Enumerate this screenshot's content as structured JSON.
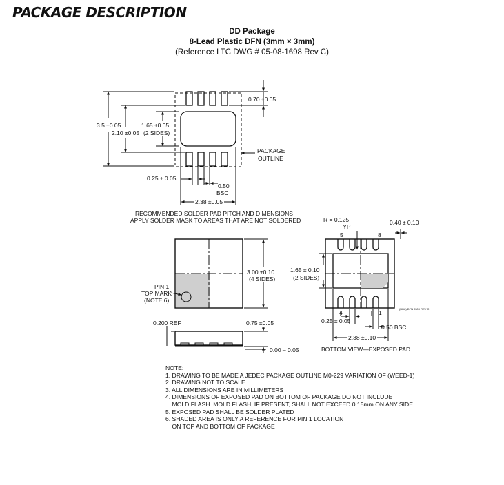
{
  "title": "PACKAGE DESCRIPTION",
  "header": {
    "package": "DD Package",
    "name": "8-Lead Plastic DFN (3mm × 3mm)",
    "reference": "(Reference LTC DWG # 05-08-1698 Rev C)"
  },
  "pad_layout": {
    "dim_070": "0.70 ±0.05",
    "dim_35": "3.5 ±0.05",
    "dim_210": "2.10 ±0.05",
    "dim_165": "1.65 ±0.05",
    "dim_165_sides": "(2 SIDES)",
    "package_outline_1": "PACKAGE",
    "package_outline_2": "OUTLINE",
    "dim_025": "0.25 ± 0.05",
    "dim_050": "0.50",
    "dim_050_bsc": "BSC",
    "dim_238": "2.38 ±0.05",
    "rec_1": "RECOMMENDED SOLDER PAD PITCH AND DIMENSIONS",
    "rec_2": "APPLY SOLDER MASK TO AREAS THAT ARE NOT SOLDERED"
  },
  "top_view": {
    "dim_300": "3.00 ±0.10",
    "dim_300_sides": "(4 SIDES)",
    "pin1_1": "PIN 1",
    "pin1_2": "TOP MARK",
    "pin1_3": "(NOTE 6)",
    "dim_0200": "0.200 REF",
    "dim_075": "0.75 ±0.05",
    "dim_000": "0.00 – 0.05"
  },
  "bottom_view": {
    "r_label": "R = 0.125",
    "typ": "TYP",
    "pin5": "5",
    "pin8": "8",
    "dim_040": "0.40 ± 0.10",
    "dim_165": "1.65 ± 0.10",
    "dim_165_sides": "(2 SIDES)",
    "pin4": "4",
    "pin1": "1",
    "dim_025": "0.25 ± 0.05",
    "dim_050": "0.50 BSC",
    "dim_238": "2.38 ±0.10",
    "caption": "BOTTOM VIEW—EXPOSED PAD",
    "drawing_code": "(DD8) DFN 0509 REV C"
  },
  "notes": [
    "NOTE:",
    "1. DRAWING TO BE MADE A JEDEC PACKAGE OUTLINE M0-229 VARIATION OF (WEED-1)",
    "2. DRAWING NOT TO SCALE",
    "3. ALL DIMENSIONS ARE IN MILLIMETERS",
    "4. DIMENSIONS OF EXPOSED PAD ON BOTTOM OF PACKAGE DO NOT INCLUDE",
    "    MOLD FLASH. MOLD FLASH, IF PRESENT, SHALL NOT EXCEED 0.15mm ON ANY SIDE",
    "5. EXPOSED PAD SHALL BE SOLDER PLATED",
    "6. SHADED AREA IS ONLY A REFERENCE FOR PIN 1 LOCATION",
    "    ON TOP AND BOTTOM OF PACKAGE"
  ]
}
